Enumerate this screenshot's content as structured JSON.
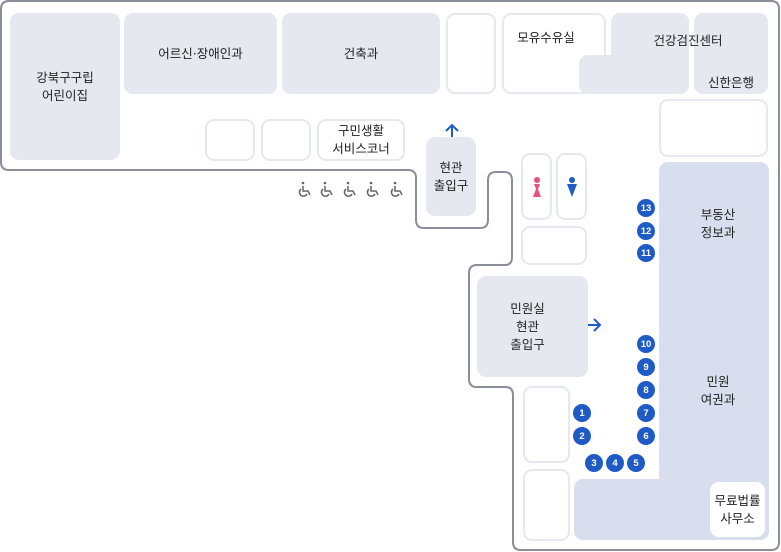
{
  "rooms": {
    "daycare": "강북구구립\n어린이집",
    "senior": "어르신·장애인과",
    "architecture": "건축과",
    "nursing": "모유수유실",
    "health": "건강검진센터",
    "bank": "신한은행",
    "service_corner": "구민생활\n서비스코너",
    "main_entrance": "현관\n출입구",
    "civil_entrance": "민원실\n현관\n출입구",
    "real_estate": "부동산\n정보과",
    "civil_passport": "민원\n여권과",
    "legal": "무료법률\n사무소"
  },
  "counters": [
    "1",
    "2",
    "3",
    "4",
    "5",
    "6",
    "7",
    "8",
    "9",
    "10",
    "11",
    "12",
    "13"
  ],
  "colors": {
    "accent": "#1e5bc6",
    "women": "#e8507f",
    "room": "#e6e8f0",
    "office": "#d8deed"
  }
}
